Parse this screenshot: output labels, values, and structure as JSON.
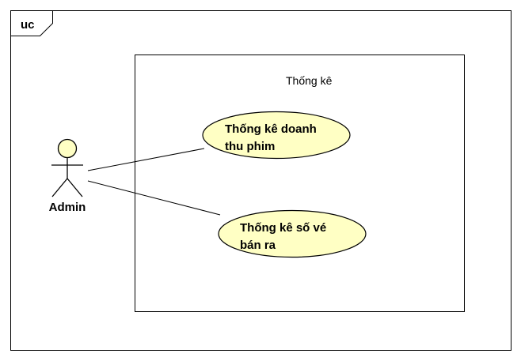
{
  "frame": {
    "label": "uc"
  },
  "system_boundary": {
    "title": "Thống kê"
  },
  "actor": {
    "name": "Admin"
  },
  "use_cases": [
    {
      "lines": [
        "Thống kê doanh",
        "thu phim"
      ]
    },
    {
      "lines": [
        "Thống kê số vé",
        "bán ra"
      ]
    }
  ],
  "colors": {
    "use_case_fill": "#ffffc4",
    "actor_head_fill": "#ffffc4",
    "stroke": "#000000"
  }
}
